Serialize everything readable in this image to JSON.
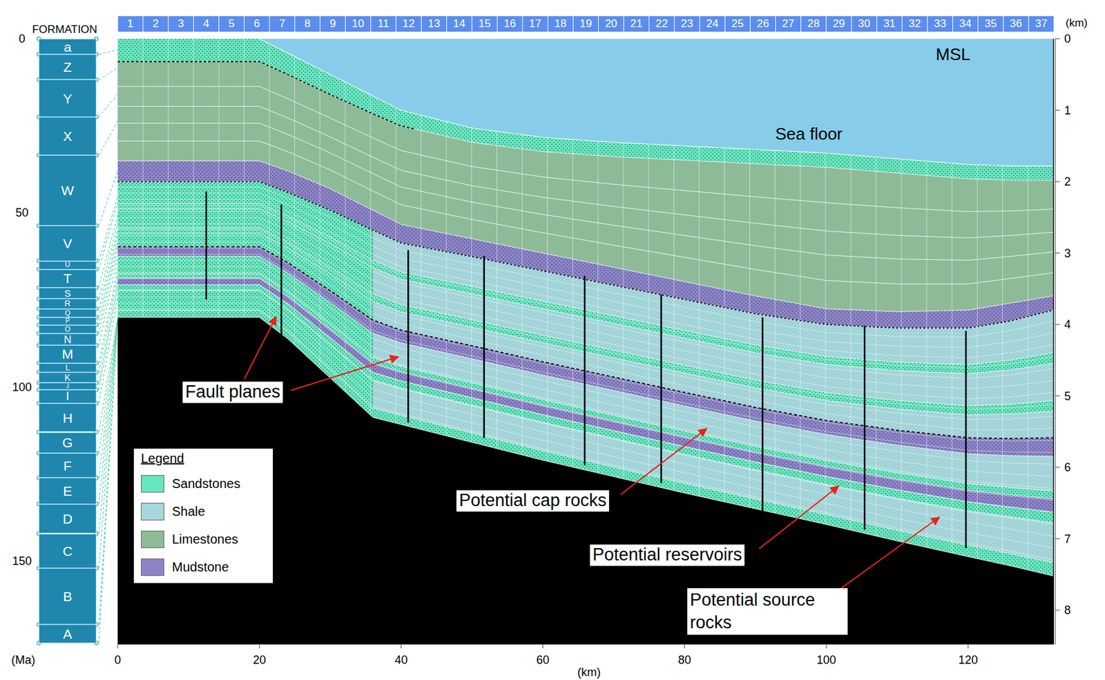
{
  "diagram": {
    "nodes": [
      {
        "text": [
          "a"
        ]
      },
      {
        "text": [
          "Z"
        ]
      },
      {
        "text": [
          "Y"
        ]
      },
      {
        "text": [
          "X"
        ]
      },
      {
        "text": [
          "W"
        ]
      },
      {
        "text": [
          "V"
        ]
      },
      {
        "text": [
          "U"
        ]
      },
      {
        "text": [
          "T"
        ]
      },
      {
        "text": [
          "S"
        ]
      },
      {
        "text": [
          "R"
        ]
      },
      {
        "text": [
          "Q"
        ]
      },
      {
        "text": [
          "P"
        ]
      },
      {
        "text": [
          "O"
        ]
      },
      {
        "text": [
          "N"
        ]
      },
      {
        "text": [
          "M"
        ]
      },
      {
        "text": [
          "L"
        ]
      },
      {
        "text": [
          "K"
        ]
      },
      {
        "text": [
          "J"
        ]
      },
      {
        "text": [
          "I"
        ]
      },
      {
        "text": [
          "H"
        ]
      },
      {
        "text": [
          "G"
        ]
      },
      {
        "text": [
          "F"
        ]
      },
      {
        "text": [
          "E"
        ]
      },
      {
        "text": [
          "D"
        ]
      },
      {
        "text": [
          "C"
        ]
      },
      {
        "text": [
          "B"
        ]
      },
      {
        "text": [
          "A"
        ]
      }
    ],
    "labels": [
      "FORMATION",
      "1",
      "2",
      "3",
      "4",
      "5",
      "6",
      "7",
      "8",
      "9",
      "10",
      "11",
      "12",
      "13",
      "14",
      "15",
      "16",
      "17",
      "18",
      "19",
      "20",
      "21",
      "22",
      "23",
      "24",
      "25",
      "26",
      "27",
      "28",
      "29",
      "30",
      "31",
      "32",
      "33",
      "34",
      "35",
      "36",
      "37",
      "(km)",
      "0",
      "1",
      "2",
      "3",
      "4",
      "5",
      "6",
      "7",
      "8",
      "0",
      "20",
      "40",
      "60",
      "80",
      "100",
      "120",
      "(km)",
      "0",
      "50",
      "100",
      "150",
      "(Ma)",
      "MSL",
      "Sea floor",
      "Fault planes",
      "Potential cap rocks",
      "Potential reservoirs",
      "Potential source rocks",
      "Legend"
    ],
    "legend": [
      {
        "text": "Sandstones",
        "color": "#66e6bf"
      },
      {
        "text": "Shale",
        "color": "#a8d8dc"
      },
      {
        "text": "Limestones",
        "color": "#8dbb98"
      },
      {
        "text": "Mudstone",
        "color": "#8c84c6"
      }
    ]
  }
}
